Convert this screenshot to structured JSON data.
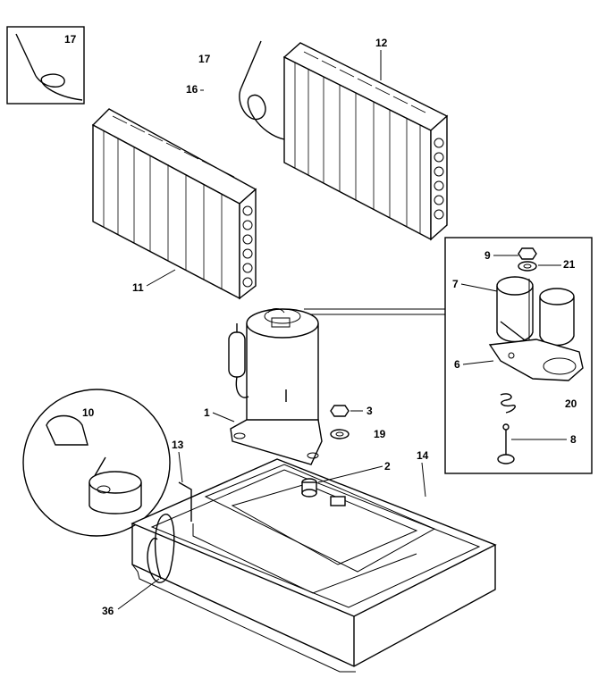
{
  "labels": {
    "inset_17": "17",
    "l17": "17",
    "l16": "16",
    "l12": "12",
    "l11": "11",
    "l9": "9",
    "l21": "21",
    "l7": "7",
    "l6a": "6",
    "l20": "20",
    "l8": "8",
    "l1": "1",
    "l3": "3",
    "l19": "19",
    "l10": "10",
    "l13": "13",
    "l14": "14",
    "l2": "2",
    "l36": "36"
  }
}
